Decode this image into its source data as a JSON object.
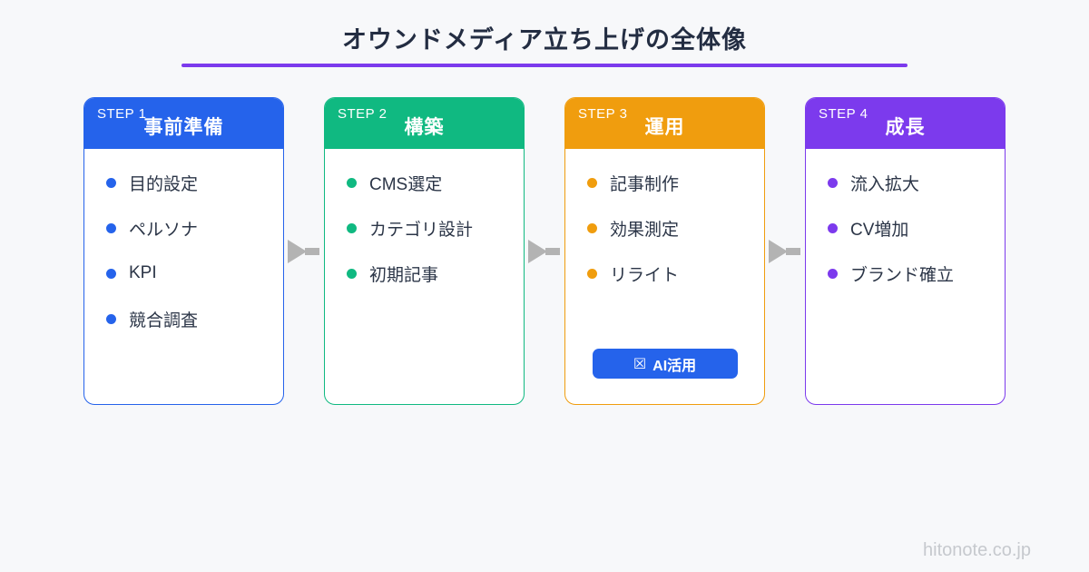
{
  "title": "オウンドメディア立ち上げの全体像",
  "title_underline_color": "#7c3aed",
  "arrow_color": "#b3b3b3",
  "watermark": "hitonote.co.jp",
  "steps": [
    {
      "label": "STEP 1",
      "title": "事前準備",
      "accent": "#2563eb",
      "items": [
        "目的設定",
        "ペルソナ",
        "KPI",
        "競合調査"
      ]
    },
    {
      "label": "STEP 2",
      "title": "構築",
      "accent": "#10b981",
      "items": [
        "CMS選定",
        "カテゴリ設計",
        "初期記事"
      ]
    },
    {
      "label": "STEP 3",
      "title": "運用",
      "accent": "#f09d0e",
      "items": [
        "記事制作",
        "効果測定",
        "リライト"
      ],
      "badge": {
        "icon": "☒",
        "text": "AI活用",
        "bg": "#2563eb"
      }
    },
    {
      "label": "STEP 4",
      "title": "成長",
      "accent": "#7c3aed",
      "items": [
        "流入拡大",
        "CV増加",
        "ブランド確立"
      ]
    }
  ]
}
